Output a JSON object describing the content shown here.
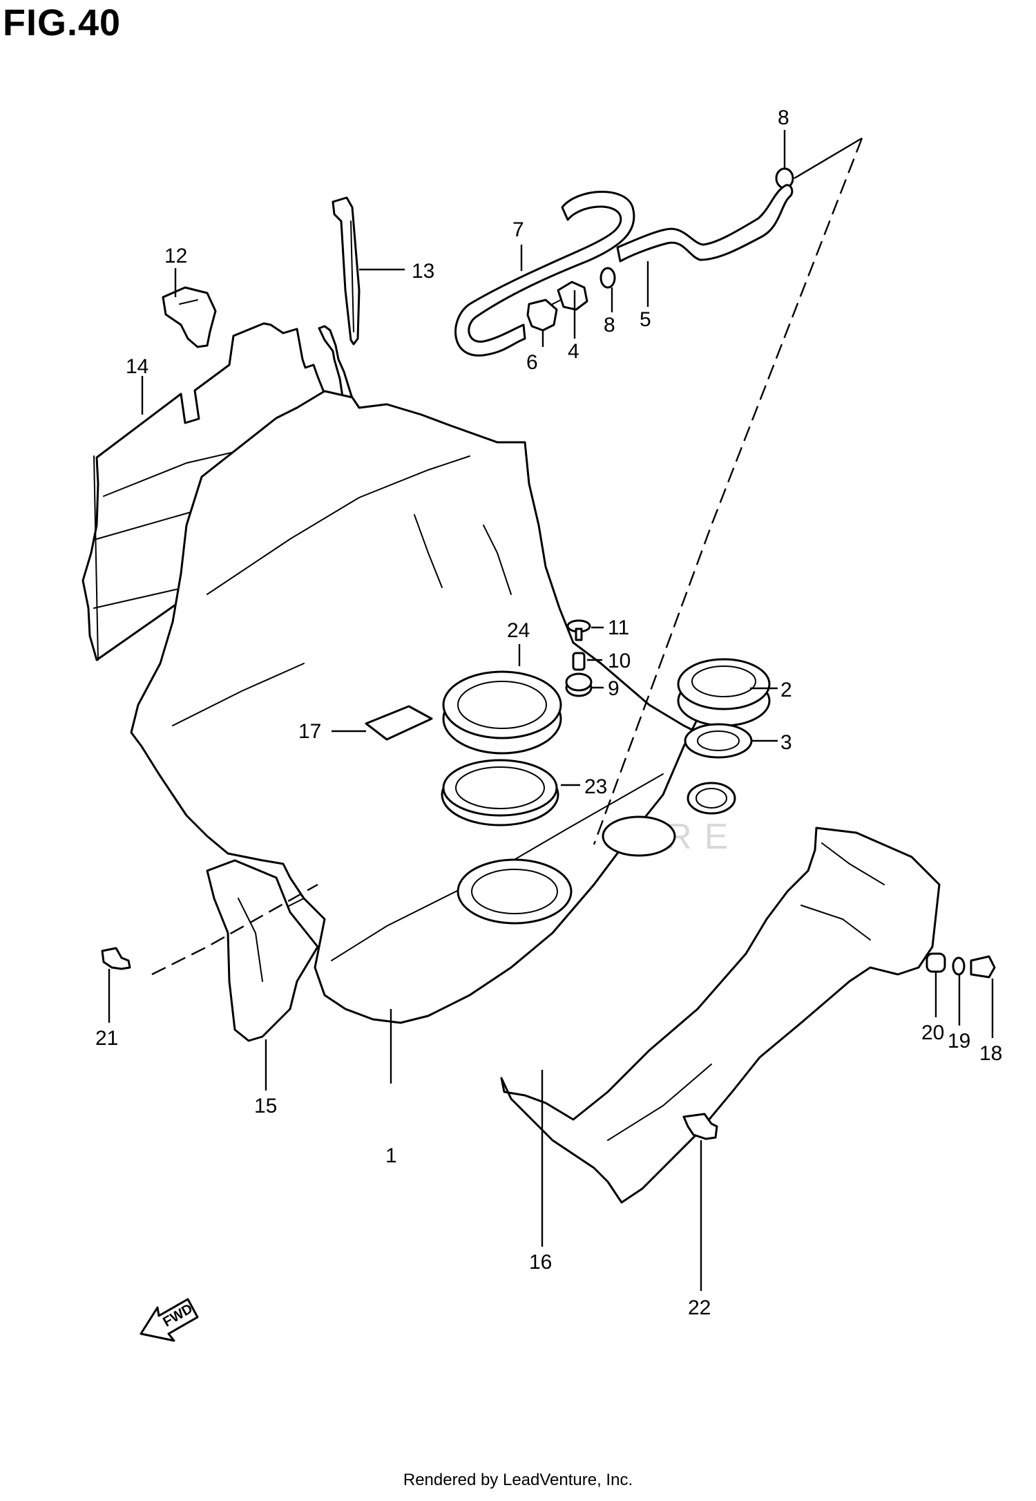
{
  "figure": {
    "title": "FIG.40",
    "watermark": "LEADVENTURE",
    "direction_marker": "FWD",
    "footer": "Rendered by LeadVenture, Inc."
  },
  "callouts": {
    "c1": "1",
    "c2": "2",
    "c3": "3",
    "c4": "4",
    "c5": "5",
    "c6": "6",
    "c7": "7",
    "c8a": "8",
    "c8b": "8",
    "c9": "9",
    "c10": "10",
    "c11": "11",
    "c12": "12",
    "c13": "13",
    "c14": "14",
    "c15": "15",
    "c16": "16",
    "c17": "17",
    "c18": "18",
    "c19": "19",
    "c20": "20",
    "c21": "21",
    "c22": "22",
    "c23": "23",
    "c24": "24"
  },
  "colors": {
    "line": "#000000",
    "background": "#ffffff",
    "watermark": "#d9d9d9"
  }
}
